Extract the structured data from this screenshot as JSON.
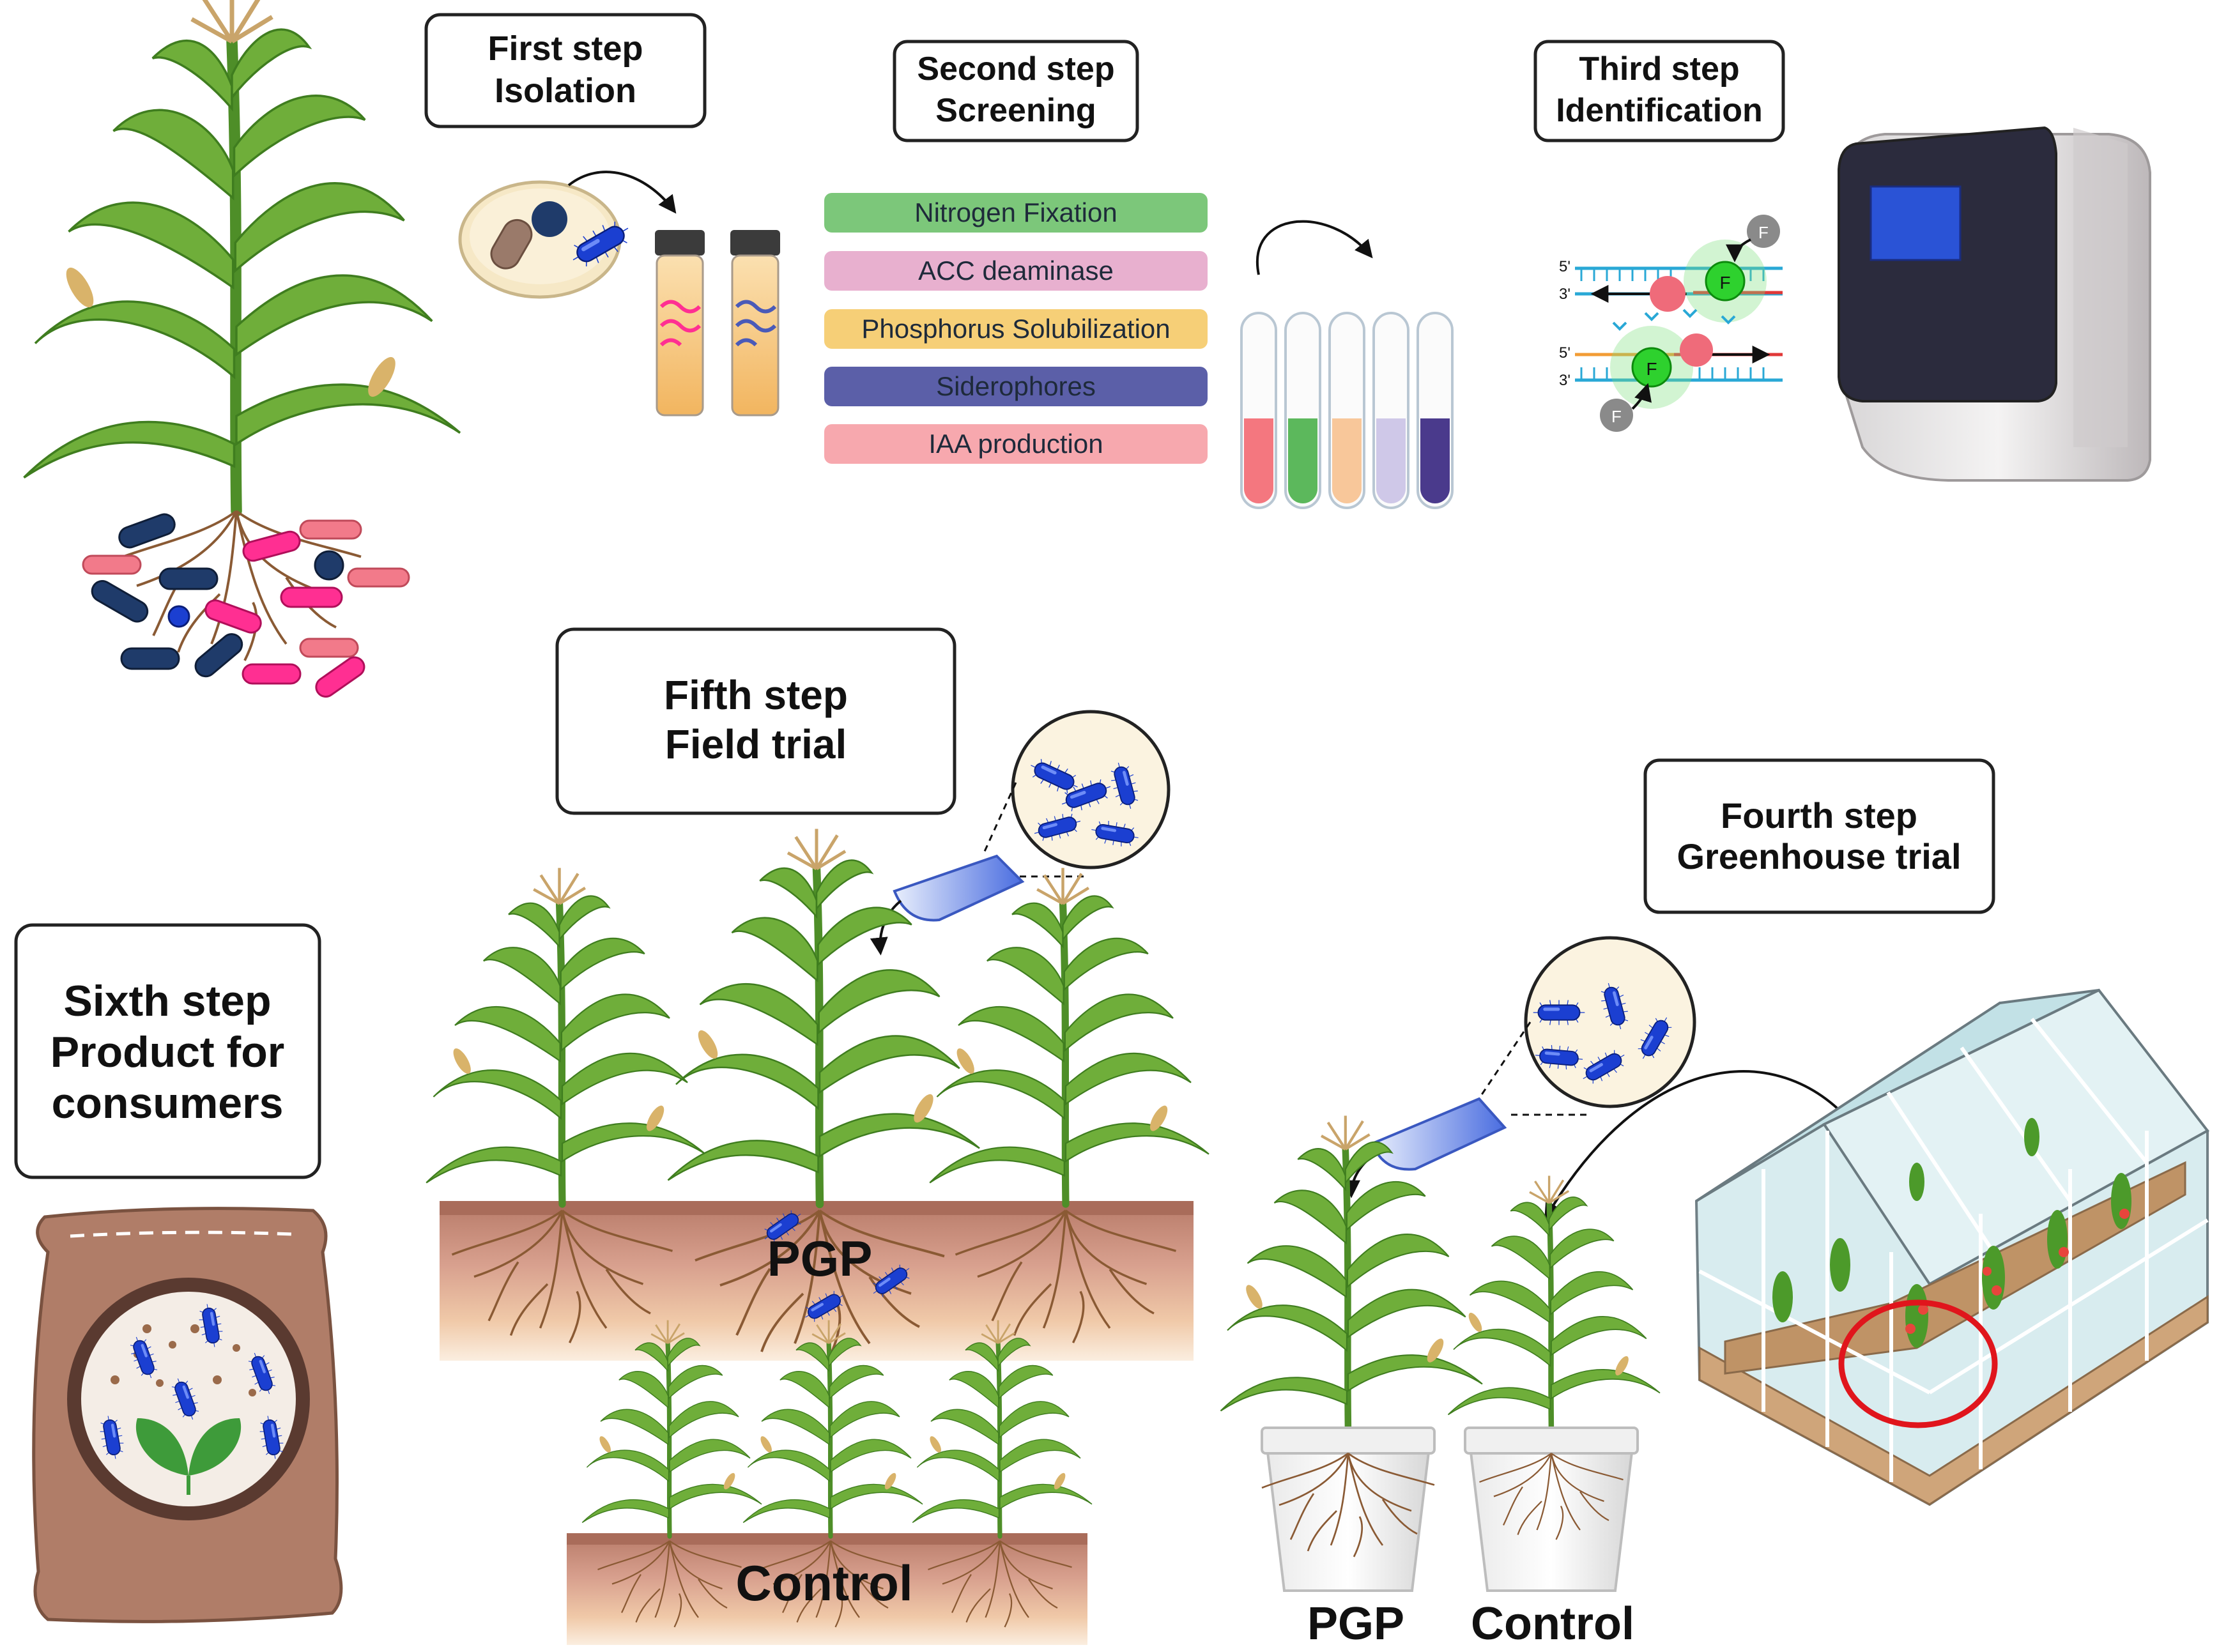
{
  "steps": {
    "first": {
      "line1": "First step",
      "line2": "Isolation"
    },
    "second": {
      "line1": "Second step",
      "line2": "Screening"
    },
    "third": {
      "line1": "Third step",
      "line2": "Identification"
    },
    "fourth": {
      "line1": "Fourth step",
      "line2": "Greenhouse trial"
    },
    "fifth": {
      "line1": "Fifth step",
      "line2": "Field trial"
    },
    "sixth": {
      "line1": "Sixth step",
      "line2": "Product for",
      "line3": "consumers"
    }
  },
  "assays": [
    {
      "label": "Nitrogen Fixation",
      "color": "#7cc77a"
    },
    {
      "label": "ACC deaminase",
      "color": "#e8b0cf"
    },
    {
      "label": "Phosphorus Solubilization",
      "color": "#f6cf77"
    },
    {
      "label": "Siderophores",
      "color": "#5b5fa8"
    },
    {
      "label": "IAA production",
      "color": "#f7a8ae"
    }
  ],
  "pcr": {
    "five_prime": "5'",
    "three_prime": "3'",
    "fluor": "F"
  },
  "field": {
    "pgp_label": "PGP",
    "control_label": "Control"
  },
  "pots": {
    "pgp_label": "PGP",
    "control_label": "Control"
  },
  "colors": {
    "border": "#222222",
    "plant_green": "#6fae3a",
    "bacteria_blue": "#1b3fd1",
    "highlight_circle": "#e0151c",
    "tube_fluids": [
      "#f4777f",
      "#5cb85c",
      "#f8c79a",
      "#cfc8e8",
      "#4a3a8c"
    ]
  }
}
